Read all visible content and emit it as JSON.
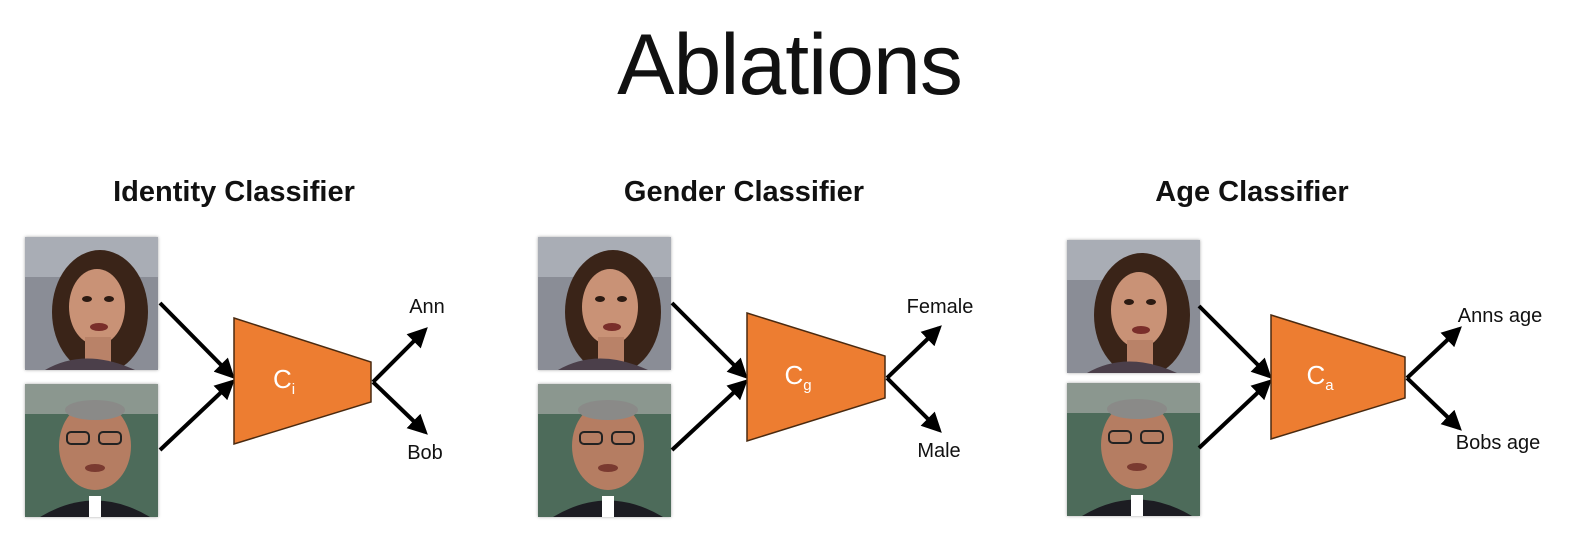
{
  "title": "Ablations",
  "colors": {
    "classifier_fill": "#ED7D31",
    "arrow": "#000000",
    "text": "#111111"
  },
  "panels": [
    {
      "heading": "Identity Classifier",
      "classifier": {
        "letter": "C",
        "subscript": "i"
      },
      "outputs": {
        "top": "Ann",
        "bottom": "Bob"
      },
      "photos": {
        "top": "face-photo-woman",
        "bottom": "face-photo-man"
      }
    },
    {
      "heading": "Gender Classifier",
      "classifier": {
        "letter": "C",
        "subscript": "g"
      },
      "outputs": {
        "top": "Female",
        "bottom": "Male"
      },
      "photos": {
        "top": "face-photo-woman",
        "bottom": "face-photo-man"
      }
    },
    {
      "heading": "Age Classifier",
      "classifier": {
        "letter": "C",
        "subscript": "a"
      },
      "outputs": {
        "top": "Anns age",
        "bottom": "Bobs age"
      },
      "photos": {
        "top": "face-photo-woman",
        "bottom": "face-photo-man"
      }
    }
  ]
}
